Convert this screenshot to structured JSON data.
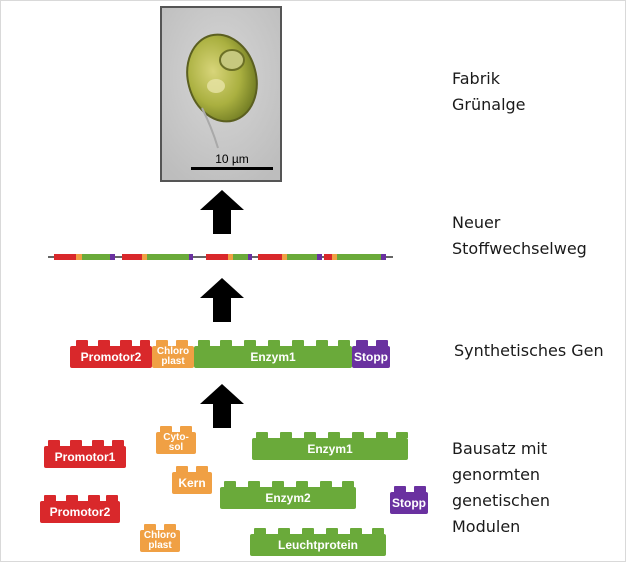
{
  "labels": {
    "factory": "Fabrik\nGrünalge",
    "pathway": "Neuer\nStoffwechselweg",
    "synthetic": "Synthetisches Gen",
    "kit": "Bausatz mit\ngenormten\ngenetischen\nModulen"
  },
  "microscope": {
    "scale": "10 µm"
  },
  "modules": {
    "promotor1": "Promotor1",
    "promotor2": "Promotor2",
    "promotor2_kit": "Promotor2",
    "cytosol": "Cyto-\nsol",
    "kern": "Kern",
    "chloroplast": "Chloro\nplast",
    "chloroplast_kit": "Chloro\nplast",
    "enzym1": "Enzym1",
    "enzym1_kit": "Enzym1",
    "enzym2": "Enzym2",
    "leuchtprotein": "Leuchtprotein",
    "stopp": "Stopp",
    "stopp_kit": "Stopp"
  },
  "colors": {
    "red": "#d9282b",
    "orange": "#f0a044",
    "green": "#6aaa3a",
    "purple": "#6a31a0",
    "arrow": "#000000"
  }
}
